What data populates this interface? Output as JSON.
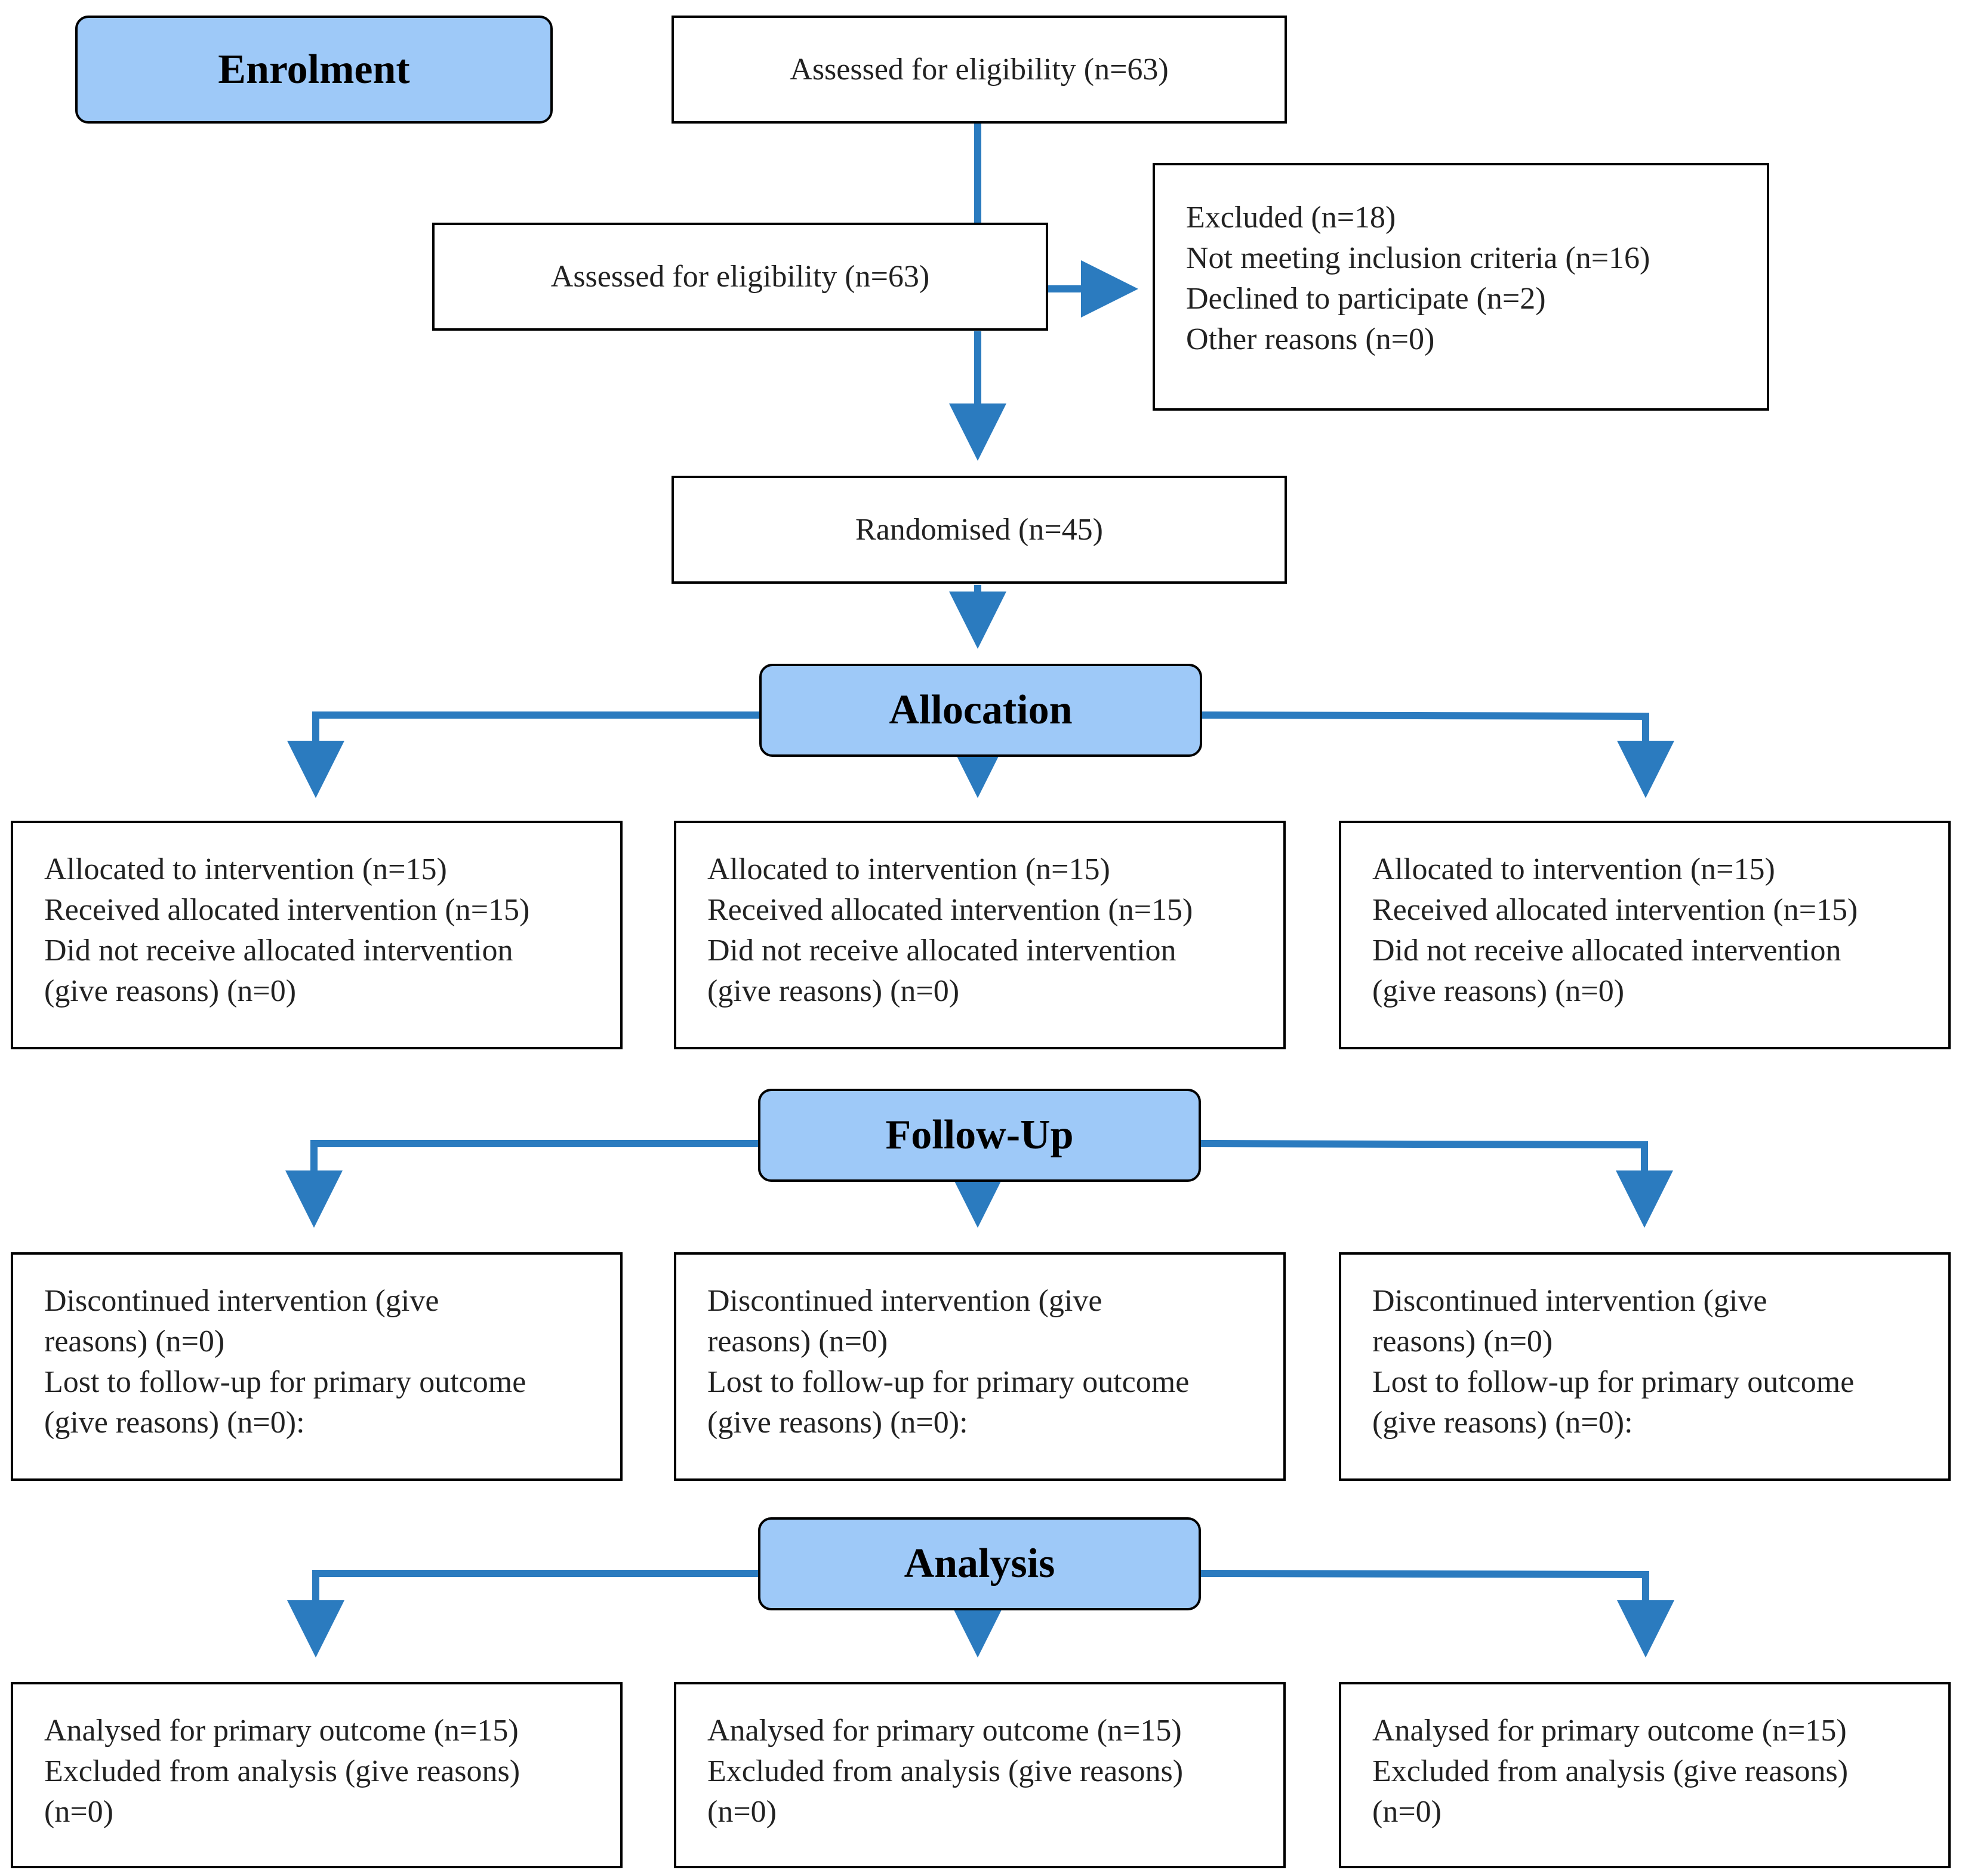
{
  "stages": {
    "enrolment": "Enrolment",
    "allocation": "Allocation",
    "follow_up": "Follow-Up",
    "analysis": "Analysis"
  },
  "enrolment": {
    "assessed_top": "Assessed for eligibility (n=63)",
    "assessed_mid": "Assessed for eligibility (n=63)",
    "excluded": [
      "Excluded (n=18)",
      "Not meeting inclusion criteria (n=16)",
      "Declined to participate (n=2)",
      "Other reasons (n=0)"
    ],
    "randomised": "Randomised (n=45)"
  },
  "allocation_groups": [
    [
      "Allocated to intervention (n=15)",
      "Received allocated intervention (n=15)",
      "Did not receive allocated intervention",
      "(give reasons) (n=0)"
    ],
    [
      "Allocated to intervention (n=15)",
      "Received allocated intervention (n=15)",
      "Did not receive allocated intervention",
      "(give reasons) (n=0)"
    ],
    [
      "Allocated to intervention (n=15)",
      "Received allocated intervention (n=15)",
      "Did not receive allocated intervention",
      "(give reasons) (n=0)"
    ]
  ],
  "follow_up_groups": [
    [
      "Discontinued intervention (give",
      "reasons) (n=0)",
      "Lost to follow-up for primary outcome",
      "(give reasons) (n=0):"
    ],
    [
      "Discontinued intervention (give",
      "reasons) (n=0)",
      "Lost to follow-up for primary outcome",
      "(give reasons) (n=0):"
    ],
    [
      "Discontinued intervention (give",
      "reasons) (n=0)",
      "Lost to follow-up for primary outcome",
      "(give reasons) (n=0):"
    ]
  ],
  "analysis_groups": [
    [
      "Analysed for primary outcome (n=15)",
      "Excluded from analysis (give reasons)",
      "(n=0)"
    ],
    [
      "Analysed for primary outcome (n=15)",
      "Excluded from analysis (give reasons)",
      "(n=0)"
    ],
    [
      "Analysed for primary outcome (n=15)",
      "Excluded from analysis (give reasons)",
      "(n=0)"
    ]
  ],
  "colors": {
    "stage_fill": "#9ec9f8",
    "arrow": "#2b7bbf",
    "border": "#000000",
    "text": "#222222"
  }
}
